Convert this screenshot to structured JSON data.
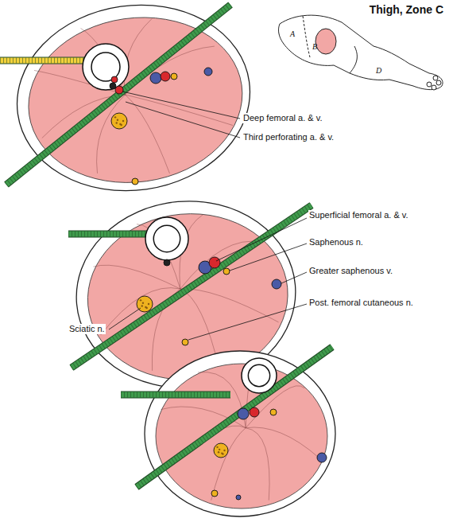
{
  "diagram": {
    "title": "Thigh, Zone C",
    "labels": [
      "Deep femoral a. & v.",
      "Third perforating a. & v.",
      "Superficial femoral a. & v.",
      "Saphenous n.",
      "Greater saphenous v.",
      "Post. femoral cutaneous n.",
      "Sciatic n.",
      "A",
      "B",
      "D"
    ]
  }
}
